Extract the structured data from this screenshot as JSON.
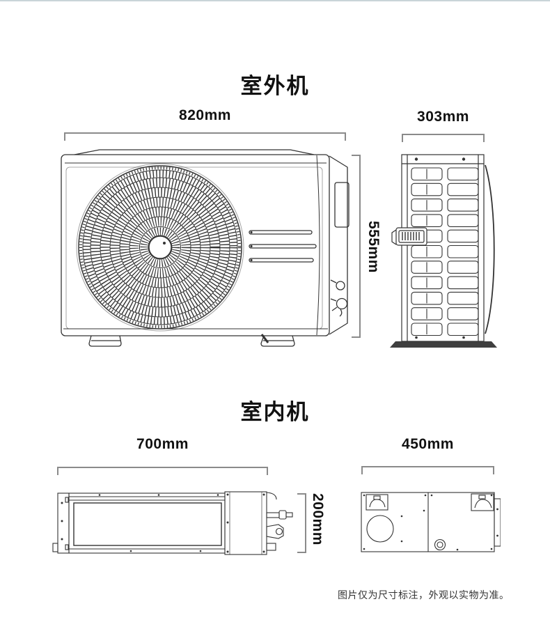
{
  "outdoor": {
    "title": "室外机",
    "front_width": "820mm",
    "height": "555mm",
    "side_width": "303mm"
  },
  "indoor": {
    "title": "室内机",
    "front_width": "700mm",
    "height": "200mm",
    "side_width": "450mm"
  },
  "disclaimer": "图片仅为尺寸标注，外观以实物为准。",
  "colors": {
    "top_border": "#c9d4d8",
    "line": "#333333",
    "bracket": "#8a8a8a",
    "text": "#111111"
  }
}
